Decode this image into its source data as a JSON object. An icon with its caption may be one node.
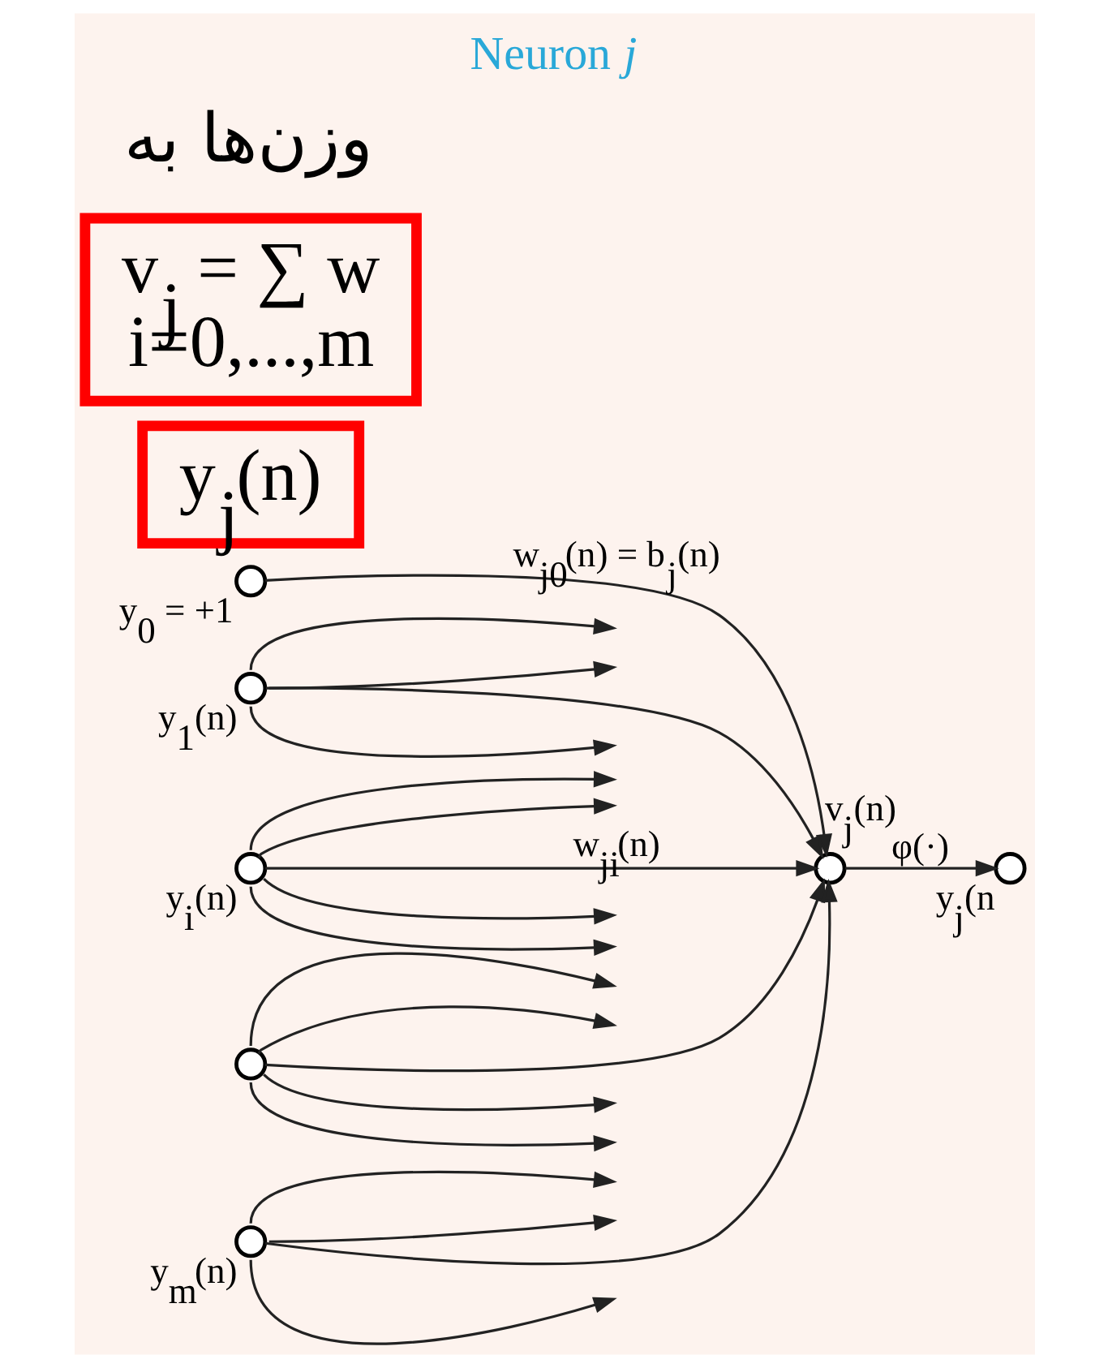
{
  "diagram": {
    "title": "Neuron *j*",
    "nodes": [
      {
        "text": [],
        "shape": "circle",
        "beside": [
          "y$_{0}$ = +1"
        ]
      },
      {
        "text": [],
        "shape": "circle",
        "beside": [
          "y$_{1}$(n)"
        ]
      },
      {
        "text": [],
        "shape": "circle",
        "beside": [
          "y$_{i}$(n)"
        ]
      },
      {
        "text": [],
        "shape": "circle"
      },
      {
        "text": [],
        "shape": "circle",
        "beside": [
          "y$_{m}$(n)"
        ]
      },
      {
        "text": [],
        "shape": "circle",
        "beside": [
          "v$_{j}$(n)"
        ]
      },
      {
        "text": [],
        "shape": "circle",
        "beside": [
          "y$_{j}$(n"
        ]
      },
      {
        "text": [
          "y$_{j}$(n)"
        ]
      },
      {
        "text": [
          "v$_{j}$ = ∑ w",
          "i=0,...,m"
        ]
      }
    ],
    "edges": [
      {
        "from": 0,
        "to": 5,
        "arrow": "to",
        "label": "w$_{j0}$(n) = b$_{j}$(n)"
      },
      {
        "from": 1,
        "to": 5,
        "arrow": "to"
      },
      {
        "from": 2,
        "to": 5,
        "arrow": "to",
        "label": "w$_{ji}$(n)"
      },
      {
        "from": 3,
        "to": 5,
        "arrow": "to"
      },
      {
        "from": 4,
        "to": 5,
        "arrow": "to"
      },
      {
        "from": 5,
        "to": 6,
        "arrow": "to",
        "label": "φ(·)"
      },
      {
        "from": 1,
        "to": null,
        "arrow": "to"
      },
      {
        "from": 1,
        "to": null,
        "arrow": "to"
      },
      {
        "from": 1,
        "to": null,
        "arrow": "to"
      },
      {
        "from": 2,
        "to": null,
        "arrow": "to"
      },
      {
        "from": 2,
        "to": null,
        "arrow": "to"
      },
      {
        "from": 2,
        "to": null,
        "arrow": "to"
      },
      {
        "from": 2,
        "to": null,
        "arrow": "to"
      },
      {
        "from": 3,
        "to": null,
        "arrow": "to"
      },
      {
        "from": 3,
        "to": null,
        "arrow": "to"
      },
      {
        "from": 3,
        "to": null,
        "arrow": "to"
      },
      {
        "from": 3,
        "to": null,
        "arrow": "to"
      },
      {
        "from": 4,
        "to": null,
        "arrow": "to"
      },
      {
        "from": 4,
        "to": null,
        "arrow": "to"
      },
      {
        "from": 4,
        "to": null,
        "arrow": "to"
      }
    ],
    "labels": [
      "وزن‌ها به"
    ]
  }
}
